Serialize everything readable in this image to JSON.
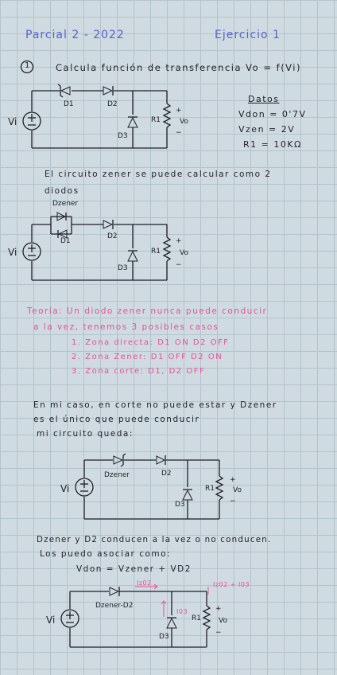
{
  "header": {
    "left": "Parcial 2 - 2022",
    "right": "Ejercicio 1"
  },
  "problem": {
    "number": "1",
    "statement": "Calcula función de transferencia Vo = f(Vi)"
  },
  "datos": {
    "title": "Datos",
    "vdon": "Vdon = 0'7V",
    "vzen": "Vzen = 2V",
    "r1": "R1 = 10KΩ"
  },
  "circuit1": {
    "vi": "Vi",
    "d1": "D1",
    "d2": "D2",
    "d3": "D3",
    "r1": "R1",
    "vo": "Vo",
    "plus": "+",
    "minus": "−"
  },
  "para1": {
    "line1": "El circuito zener se puede calcular como 2",
    "line2": "diodos"
  },
  "circuit2": {
    "dzener": "Dzener",
    "vi": "Vi",
    "d1": "D1",
    "d2": "D2",
    "d3": "D3",
    "r1": "R1",
    "vo": "Vo",
    "plus": "+",
    "minus": "−"
  },
  "teoria": {
    "line1": "Teoría: Un diodo zener nunca puede conducir",
    "line2": "a la vez, tenemos 3 posibles casos",
    "items": [
      "1. Zona directa: D1 ON  D2 OFF",
      "2. Zona Zener: D1 OFF  D2 ON",
      "3. Zona corte: D1, D2 OFF"
    ]
  },
  "para2": {
    "line1": "En mi caso, en corte no puede estar y Dzener",
    "line2": "es el único que puede conducir",
    "line3": "mi circuito queda:"
  },
  "circuit3": {
    "dzener": "Dzener",
    "vi": "Vi",
    "d2": "D2",
    "d3": "D3",
    "r1": "R1",
    "vo": "Vo",
    "plus": "+",
    "minus": "−"
  },
  "para3": {
    "line1": "Dzener y D2 conducen a la vez o no conducen.",
    "line2": "Los puedo asociar como:",
    "formula": "Vdon = Vzener + VD2"
  },
  "circuit4": {
    "label": "Dzener-D2",
    "vi": "Vi",
    "d3": "D3",
    "r1": "R1",
    "vo": "Vo",
    "plus": "+",
    "minus": "−",
    "ann1": "Iz02",
    "ann2": "Iz02 + I03",
    "ann3": "I03"
  }
}
